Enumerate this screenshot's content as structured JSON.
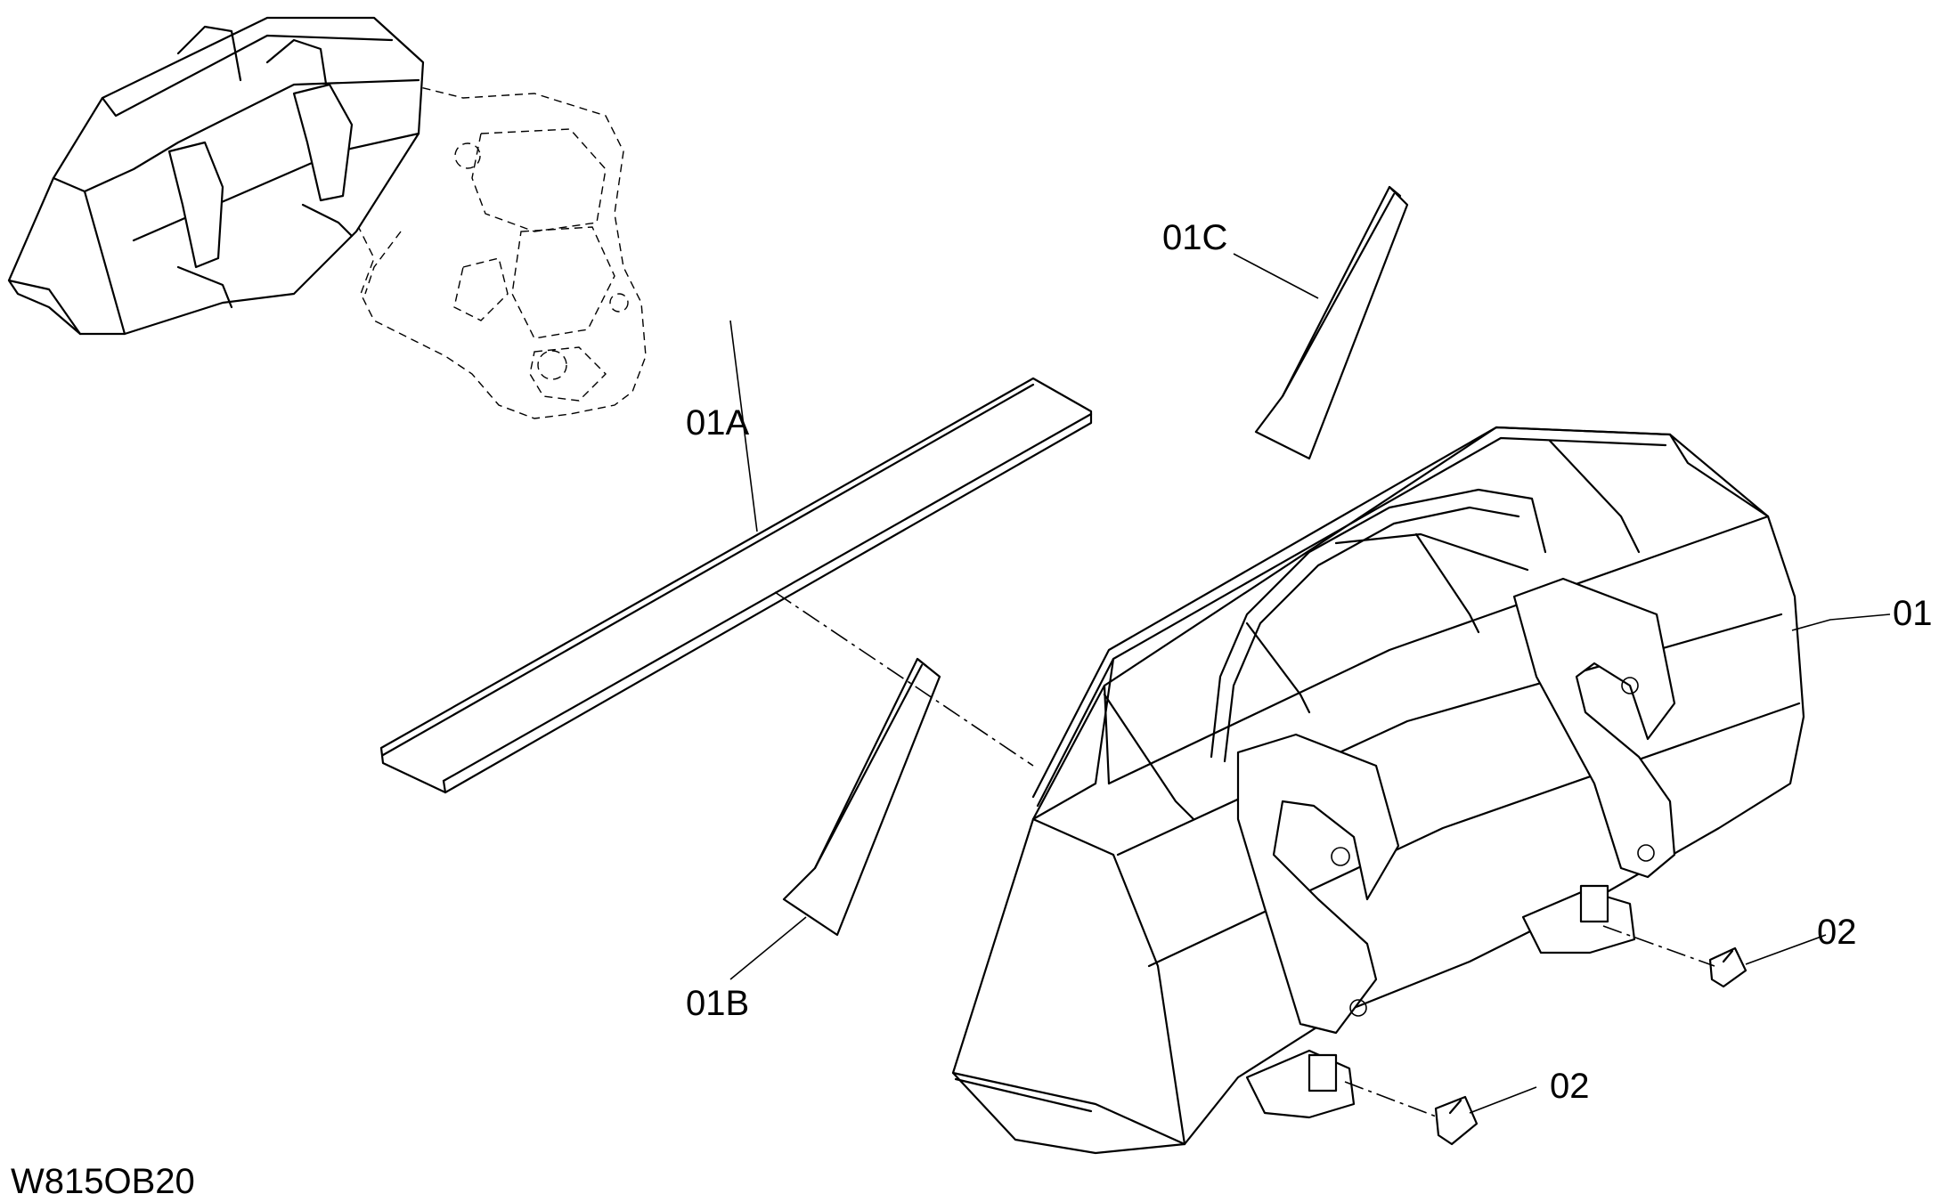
{
  "labels": {
    "bucket": "01",
    "edge": "01A",
    "side_cutter_left": "01B",
    "side_cutter_right": "01C",
    "tooth_right": "02",
    "tooth_left": "02"
  },
  "drawing_code": "W815OB20"
}
